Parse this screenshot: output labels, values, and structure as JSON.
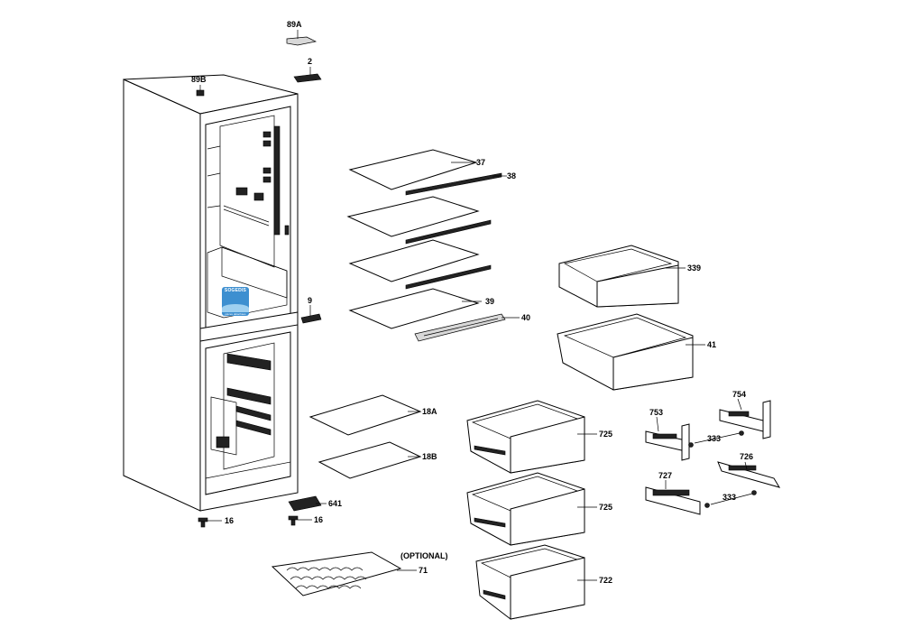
{
  "labels": {
    "p89a": "89A",
    "p2": "2",
    "p89b": "89B",
    "p37": "37",
    "p38": "38",
    "p39": "39",
    "p40": "40",
    "p339": "339",
    "p41": "41",
    "p9": "9",
    "p18a": "18A",
    "p18b": "18B",
    "p725a": "725",
    "p725b": "725",
    "p722": "722",
    "p754": "754",
    "p753": "753",
    "p333a": "333",
    "p726": "726",
    "p727": "727",
    "p333b": "333",
    "p641": "641",
    "p16a": "16",
    "p16b": "16",
    "optional": "(OPTIONAL)",
    "p71": "71"
  },
  "logo": {
    "brand": "SOGEDIS",
    "tagline": "pièces détachées",
    "color": "#3d8fd0"
  }
}
